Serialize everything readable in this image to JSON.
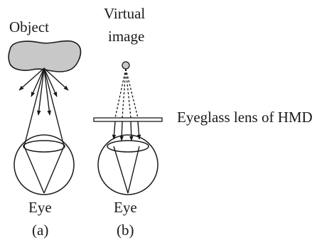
{
  "labels": {
    "object": "Object",
    "virtual_line1": "Virtual",
    "virtual_line2": "image",
    "eyeglass_lens": "Eyeglass lens of HMD",
    "eye_a": "Eye",
    "eye_b": "Eye",
    "panel_a": "(a)",
    "panel_b": "(b)"
  },
  "colors": {
    "ink": "#1a1a1a",
    "object_fill": "#c8c8c8",
    "virtual_point_fill": "#c8c8c8",
    "background": "#ffffff"
  }
}
